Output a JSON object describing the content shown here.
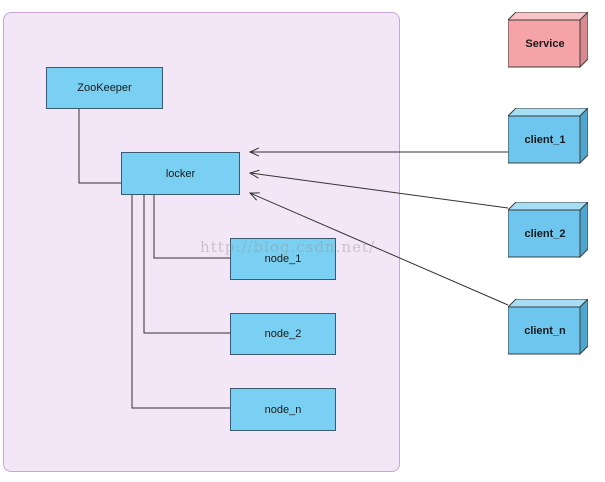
{
  "nodes": {
    "zookeeper": "ZooKeeper",
    "locker": "locker",
    "node_1": "node_1",
    "node_2": "node_2",
    "node_n": "node_n"
  },
  "cubes": {
    "service": "Service",
    "client_1": "client_1",
    "client_2": "client_2",
    "client_n": "client_n"
  },
  "colors": {
    "container_fill": "#f3e6f7",
    "box_fill": "#7ad0f3",
    "service_fill": "#f6a3a8",
    "client_fill": "#6ec6ee"
  },
  "watermark": "http://blog.csdn.net/"
}
